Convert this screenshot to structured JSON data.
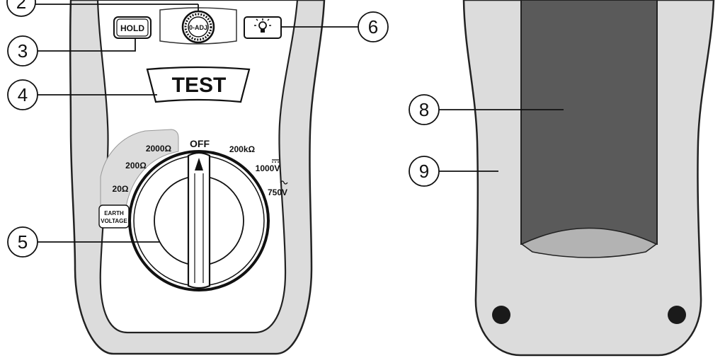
{
  "callouts": {
    "c2": "2",
    "c3": "3",
    "c4": "4",
    "c5": "5",
    "c6": "6",
    "c8": "8",
    "c9": "9"
  },
  "buttons": {
    "hold": "HOLD",
    "zero_adj": "0-ADJ",
    "test": "TEST"
  },
  "dial": {
    "off": "OFF",
    "r2000": "2000Ω",
    "r200": "200Ω",
    "r20": "20Ω",
    "earth_voltage_line1": "EARTH",
    "earth_voltage_line2": "VOLTAGE",
    "r200k": "200kΩ",
    "v1000": "1000V",
    "v750": "750V"
  },
  "icons": {
    "backlight": "lightbulb-icon",
    "pointer": "triangle-pointer-icon",
    "screw": "screw-icon"
  },
  "colors": {
    "body_fill": "#dcdcdc",
    "panel_fill": "#ffffff",
    "battery_cover": "#5a5a5a",
    "battery_lip": "#b3b3b3",
    "screw": "#1a1a1a"
  }
}
